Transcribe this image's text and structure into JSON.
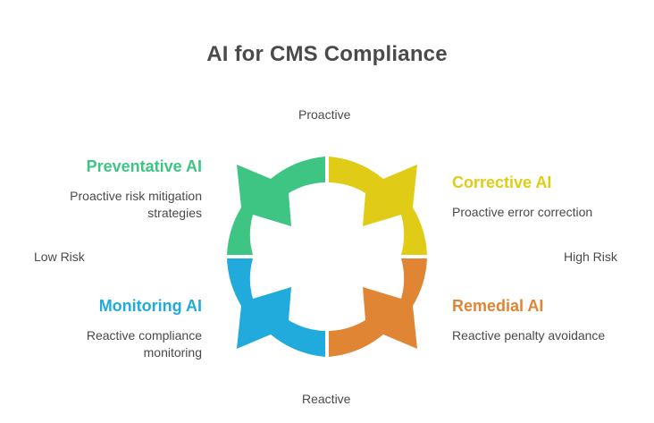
{
  "title": "AI for CMS Compliance",
  "axes": {
    "top": "Proactive",
    "bottom": "Reactive",
    "left": "Low Risk",
    "right": "High Risk"
  },
  "quadrants": [
    {
      "id": "preventative",
      "position": "top-left",
      "label": "Preventative AI",
      "description_line1": "Proactive risk mitigation",
      "description_line2": "strategies",
      "color": "#3ec584"
    },
    {
      "id": "corrective",
      "position": "top-right",
      "label": "Corrective AI",
      "description_line1": "Proactive error correction",
      "description_line2": "",
      "color": "#e0cc17"
    },
    {
      "id": "monitoring",
      "position": "bottom-left",
      "label": "Monitoring AI",
      "description_line1": "Reactive compliance",
      "description_line2": "monitoring",
      "color": "#20abdc"
    },
    {
      "id": "remedial",
      "position": "bottom-right",
      "label": "Remedial AI",
      "description_line1": "Reactive penalty avoidance",
      "description_line2": "",
      "color": "#e08533"
    }
  ]
}
